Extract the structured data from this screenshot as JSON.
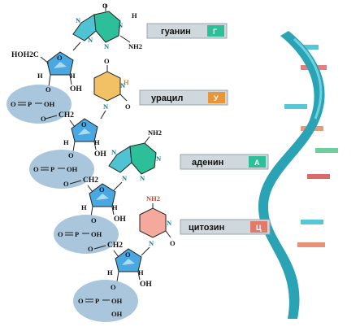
{
  "nucleotides": [
    {
      "base": {
        "name": "гуанин",
        "abbr": "Г",
        "color": "#2dbf9a",
        "accent": "#4fc3d1"
      },
      "sugar_label": "HOH2C",
      "base_atoms": {
        "top": "O",
        "side": "H",
        "amino": "NH2",
        "n": "N"
      },
      "phosphate": {
        "p": "P",
        "o": "O",
        "oh": "OH",
        "ch2": "CH2"
      }
    },
    {
      "base": {
        "name": "урацил",
        "abbr": "У",
        "color": "#f3c165",
        "accent": "#e8963a"
      },
      "base_atoms": {
        "top": "O",
        "side": "H",
        "amino": "",
        "n": "N"
      },
      "phosphate": {
        "p": "P",
        "o": "O",
        "oh": "OH",
        "ch2": "CH2"
      }
    },
    {
      "base": {
        "name": "аденин",
        "abbr": "А",
        "color": "#2dbf9a",
        "accent": "#4fc3d1"
      },
      "base_atoms": {
        "top": "NH2",
        "side": "",
        "amino": "",
        "n": "N"
      },
      "phosphate": {
        "p": "P",
        "o": "O",
        "oh": "OH",
        "ch2": "CH2"
      }
    },
    {
      "base": {
        "name": "цитозин",
        "abbr": "Ц",
        "color": "#f4a99c",
        "accent": "#e07a6a"
      },
      "base_atoms": {
        "top": "NH2",
        "side": "",
        "amino": "",
        "n": "N"
      },
      "phosphate": {
        "p": "P",
        "o": "O",
        "oh": "OH",
        "ch2": "CH2"
      }
    }
  ],
  "sugar_atoms": {
    "o": "O",
    "h": "H",
    "oh": "OH"
  },
  "colors": {
    "phosphate_fill": "#a9c6dd",
    "sugar_fill": "#4aa7e0",
    "strand": "#2aa3b5",
    "label_box": "#cfd8dc",
    "rung_colors": [
      "#55c7d6",
      "#e57f7f",
      "#55c7d6",
      "#e89a7a",
      "#6ccfa0",
      "#d96b6b",
      "#55c7d6",
      "#e8927a"
    ]
  }
}
